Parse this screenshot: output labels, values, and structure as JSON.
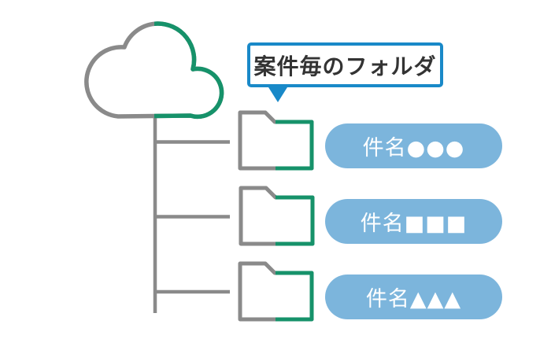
{
  "diagram": {
    "callout": {
      "label": "案件毎のフォルダ"
    },
    "cloud": {
      "name": "cloud-storage"
    },
    "folders": [
      {
        "label": "件名●●●"
      },
      {
        "label": "件名■■■"
      },
      {
        "label": "件名▲▲▲"
      }
    ]
  },
  "colors": {
    "line-gray": "#8a8a8a",
    "accent-green": "#16926a",
    "callout-blue": "#1989c8",
    "pill-blue": "#7cb5dc",
    "pill-text": "#ffffff",
    "text-dark": "#333333",
    "background": "#ffffff"
  }
}
